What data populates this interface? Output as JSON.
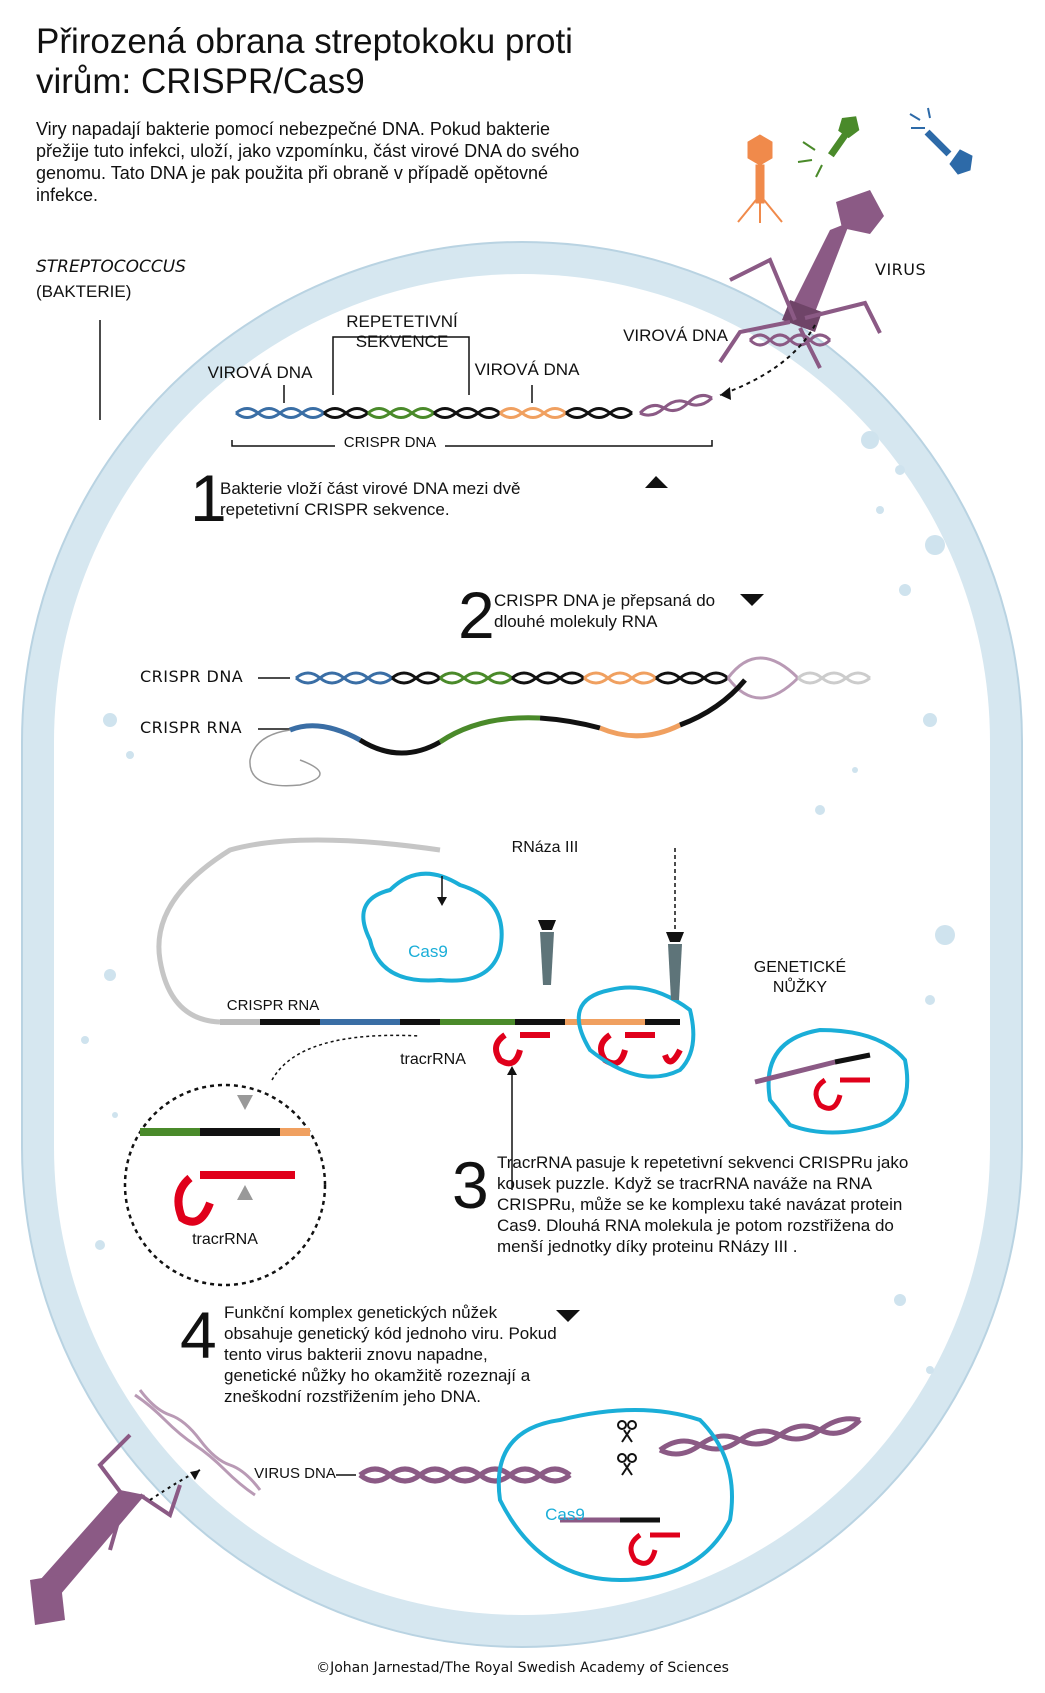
{
  "title": "Přirozená obrana streptokoku proti virům: CRISPR/Cas9",
  "intro": "Viry napadají bakterie pomocí nebezpečné DNA. Pokud bakterie přežije tuto infekci, uloží, jako vzpomínku, část virové DNA do svého genomu. Tato DNA je pak použita při obraně v případě opětovné infekce.",
  "bacterium": {
    "name": "STREPTOCOCCUS",
    "kind": "(BAKTERIE)"
  },
  "labels": {
    "virus": "VIRUS",
    "viral_dna_left": "VIROVÁ DNA",
    "viral_dna_right": "VIROVÁ DNA",
    "viral_dna_top": "VIROVÁ DNA",
    "repetitive": "REPETETIVNÍ SEKVENCE",
    "crispr_dna_bracket": "CRISPR DNA",
    "crispr_dna": "CRISPR DNA",
    "crispr_rna": "CRISPR RNA",
    "crispr_rna_small": "CRISPR RNA",
    "rnase": "RNáza III",
    "cas9": "Cas9",
    "cas9_bottom": "Cas9",
    "tracrrna": "tracrRNA",
    "tracrrna_zoom": "tracrRNA",
    "genetic_scissors": "GENETICKÉ NŮŽKY",
    "virus_dna": "VIRUS DNA"
  },
  "steps": [
    {
      "num": "1",
      "text": "Bakterie vloží část virové DNA mezi dvě repetetivní CRISPR sekvence."
    },
    {
      "num": "2",
      "text": "CRISPR DNA je přepsaná do dlouhé molekuly RNA"
    },
    {
      "num": "3",
      "text": "TracrRNA pasuje k repetetivní sekvenci CRISPRu jako kousek puzzle. Když se tracrRNA naváže na RNA CRISPRu, může se ke komplexu také navázat protein Cas9. Dlouhá RNA molekula je potom rozstřižena do menší jednotky díky proteinu RNázy III ."
    },
    {
      "num": "4",
      "text": "Funkční komplex genetických nůžek obsahuje genetický kód jednoho viru. Pokud tento virus bakterii znovu napadne, genetické nůžky ho okamžitě rozeznají a zneškodní rozstřižením jeho DNA."
    }
  ],
  "credit": "©Johan Jarnestad/The Royal Swedish Academy of Sciences",
  "colors": {
    "membrane": "#cfe3ee",
    "virus_purple": "#8b5a85",
    "viral_blue": "#3a6ea5",
    "viral_green": "#4a8a2a",
    "viral_orange": "#f0a060",
    "repeat_black": "#111111",
    "tracr_red": "#e0001b",
    "cas9_cyan": "#1aaed8",
    "rnase_grey": "#5e7479"
  }
}
